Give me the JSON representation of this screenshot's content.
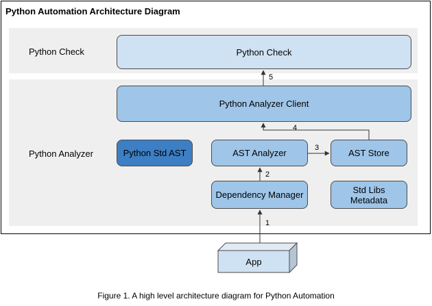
{
  "diagram": {
    "title": "Python Automation Architecture Diagram",
    "caption": "Figure 1. A high level architecture diagram for Python Automation",
    "layers": [
      {
        "label": "Python Check"
      },
      {
        "label": "Python Analyzer"
      }
    ],
    "nodes": {
      "python_check": "Python Check",
      "analyzer_client": "Python Analyzer Client",
      "std_ast": "Python Std AST",
      "ast_analyzer": "AST Analyzer",
      "ast_store": "AST Store",
      "dependency_manager": "Dependency Manager",
      "std_libs_metadata": "Std Libs Metadata",
      "app": "App"
    },
    "edges": [
      {
        "from": "App",
        "to": "Dependency Manager",
        "label": "1"
      },
      {
        "from": "Dependency Manager",
        "to": "AST Analyzer",
        "label": "2"
      },
      {
        "from": "AST Analyzer",
        "to": "AST Store",
        "label": "3"
      },
      {
        "from": "AST Store",
        "to": "Python Analyzer Client",
        "label": "4"
      },
      {
        "from": "Python Analyzer Client",
        "to": "Python Check",
        "label": "5"
      }
    ],
    "colors": {
      "light_box": "#cfe2f3",
      "mid_box": "#9fc5e8",
      "dark_box": "#3d7fc4",
      "band": "#efefef"
    }
  }
}
